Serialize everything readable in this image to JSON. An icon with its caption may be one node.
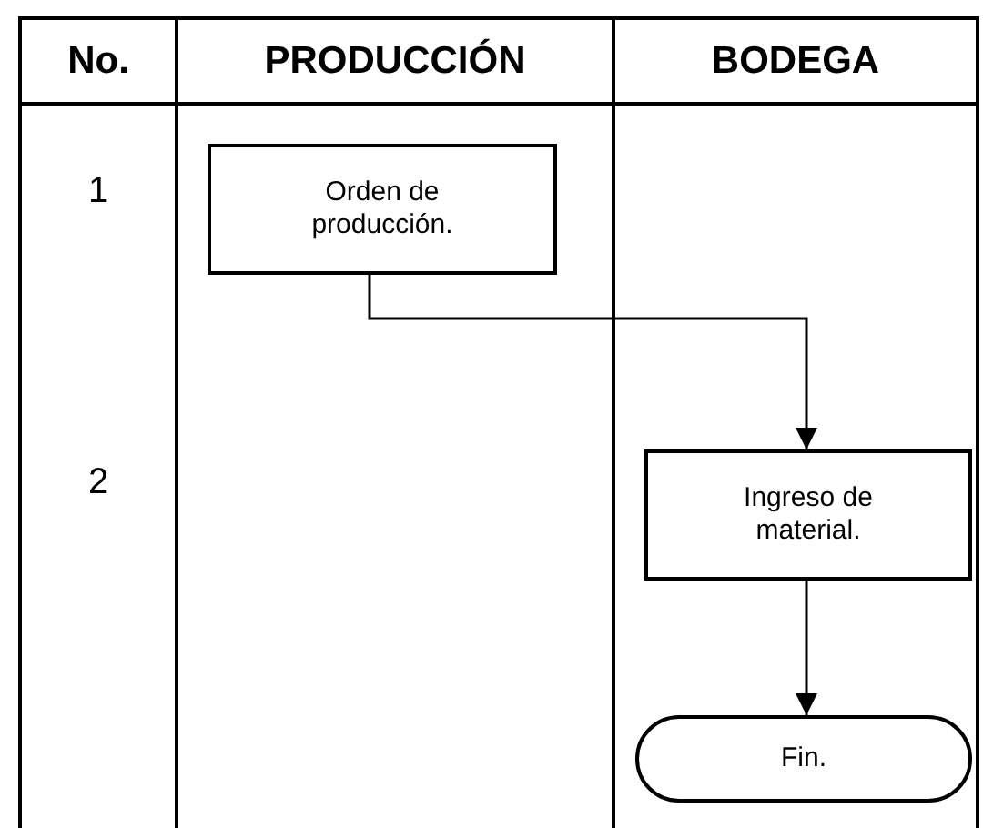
{
  "diagram": {
    "nodes": [
      {
        "text": [
          "Orden de producción."
        ]
      },
      {
        "text": [
          "Ingreso de material."
        ]
      },
      {
        "text": [
          "Fin."
        ]
      }
    ],
    "edges": [
      {
        "from": 0,
        "to": 1,
        "arrow": "to"
      },
      {
        "from": 1,
        "to": 2,
        "arrow": "to"
      }
    ],
    "labels": [
      "No.",
      "PRODUCCIÓN",
      "BODEGA",
      "1",
      "2"
    ]
  }
}
